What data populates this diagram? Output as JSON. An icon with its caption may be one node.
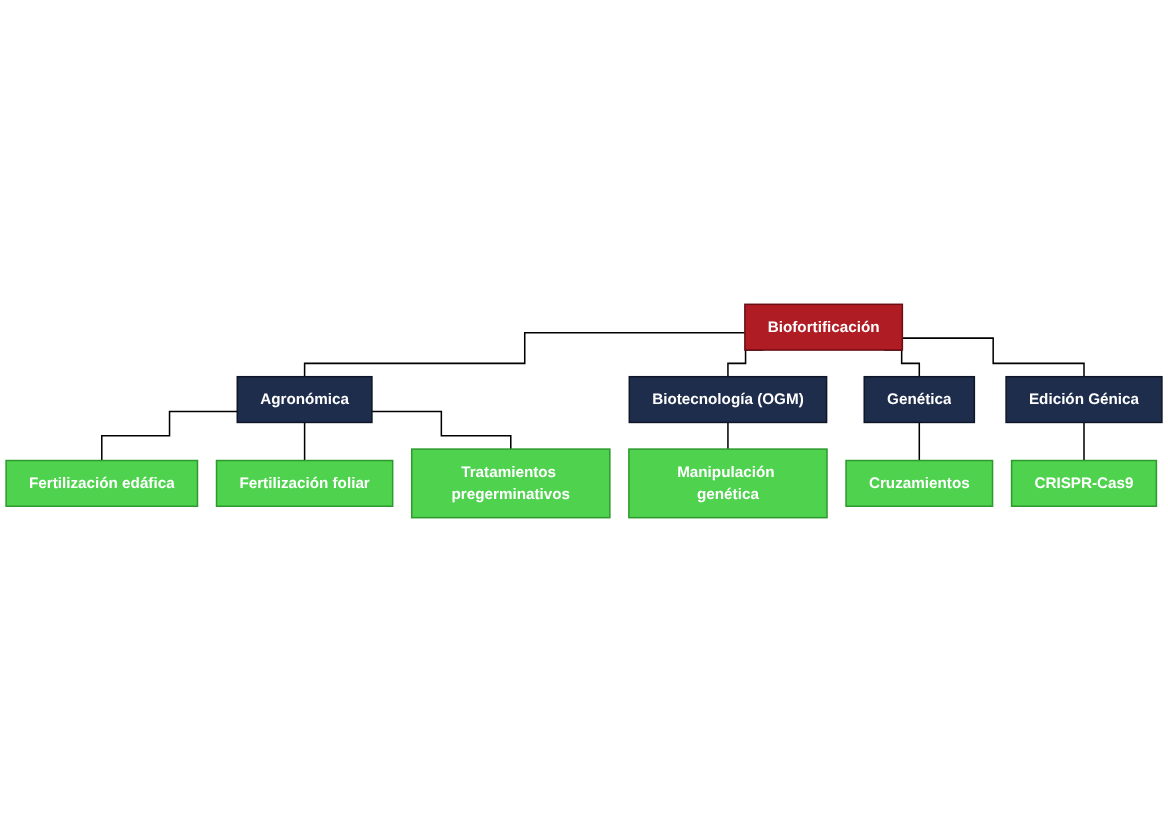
{
  "diagram": {
    "nodes": [
      {
        "text": [
          "Biofortificación"
        ]
      },
      {
        "text": [
          "Agronómica"
        ]
      },
      {
        "text": [
          "Biotecnología (OGM)"
        ]
      },
      {
        "text": [
          "Genética"
        ]
      },
      {
        "text": [
          "Edición Génica"
        ]
      },
      {
        "text": [
          "Fertilización edáfica"
        ]
      },
      {
        "text": [
          "Fertilización foliar"
        ]
      },
      {
        "text": [
          "Tratamientos pregerminativos"
        ]
      },
      {
        "text": [
          "Manipulación genética"
        ]
      },
      {
        "text": [
          "Cruzamientos"
        ]
      },
      {
        "text": [
          "CRISPR-Cas9"
        ]
      }
    ],
    "edges": [
      {
        "from": 0,
        "to": 1,
        "arrow": "none"
      },
      {
        "from": 0,
        "to": 2,
        "arrow": "none"
      },
      {
        "from": 0,
        "to": 3,
        "arrow": "none"
      },
      {
        "from": 0,
        "to": 4,
        "arrow": "none"
      },
      {
        "from": 1,
        "to": 5,
        "arrow": "none"
      },
      {
        "from": 1,
        "to": 6,
        "arrow": "none"
      },
      {
        "from": 1,
        "to": 7,
        "arrow": "none"
      },
      {
        "from": 2,
        "to": 8,
        "arrow": "none"
      },
      {
        "from": 3,
        "to": 9,
        "arrow": "none"
      },
      {
        "from": 4,
        "to": 10,
        "arrow": "none"
      }
    ]
  }
}
